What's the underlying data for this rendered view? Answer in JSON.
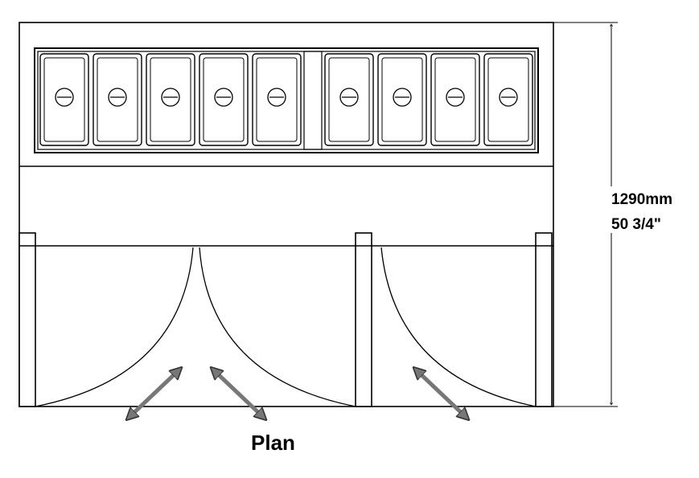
{
  "drawing": {
    "dimension_metric": "1290mm",
    "dimension_imperial": "50 3/4\"",
    "caption": "Plan"
  },
  "pans": {
    "count": 9
  },
  "doors": {
    "count": 3
  },
  "colors": {
    "line": "#000000",
    "arrow": "#777777",
    "arrow_outline": "#333333",
    "background": "#ffffff"
  },
  "icons": {
    "arrows": "double-headed-arrow-icon",
    "pan_lid": "circular-lid-handle-icon"
  }
}
